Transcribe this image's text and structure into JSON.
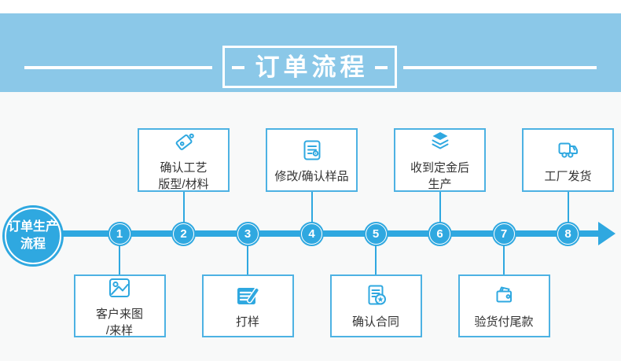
{
  "header": {
    "title": "订单流程"
  },
  "flow": {
    "start_label": "订单生产\n流程",
    "steps": [
      {
        "num": "1",
        "side": "bottom",
        "icon": "picture",
        "label": "客户来图\n/来样"
      },
      {
        "num": "2",
        "side": "top",
        "icon": "tag",
        "label": "确认工艺\n版型/材料"
      },
      {
        "num": "3",
        "side": "bottom",
        "icon": "pen",
        "label": "打样"
      },
      {
        "num": "4",
        "side": "top",
        "icon": "document",
        "label": "修改/确认样品"
      },
      {
        "num": "5",
        "side": "bottom",
        "icon": "contract",
        "label": "确认合同"
      },
      {
        "num": "6",
        "side": "top",
        "icon": "layers",
        "label": "收到定金后\n生产"
      },
      {
        "num": "7",
        "side": "bottom",
        "icon": "wallet",
        "label": "验货付尾款"
      },
      {
        "num": "8",
        "side": "top",
        "icon": "truck",
        "label": "工厂发货"
      }
    ]
  },
  "colors": {
    "band": "#8bc8e8",
    "primary": "#2fa8e0",
    "box_border": "#4db2e3",
    "background": "#f8f9f9",
    "text": "#333333",
    "white": "#ffffff"
  }
}
